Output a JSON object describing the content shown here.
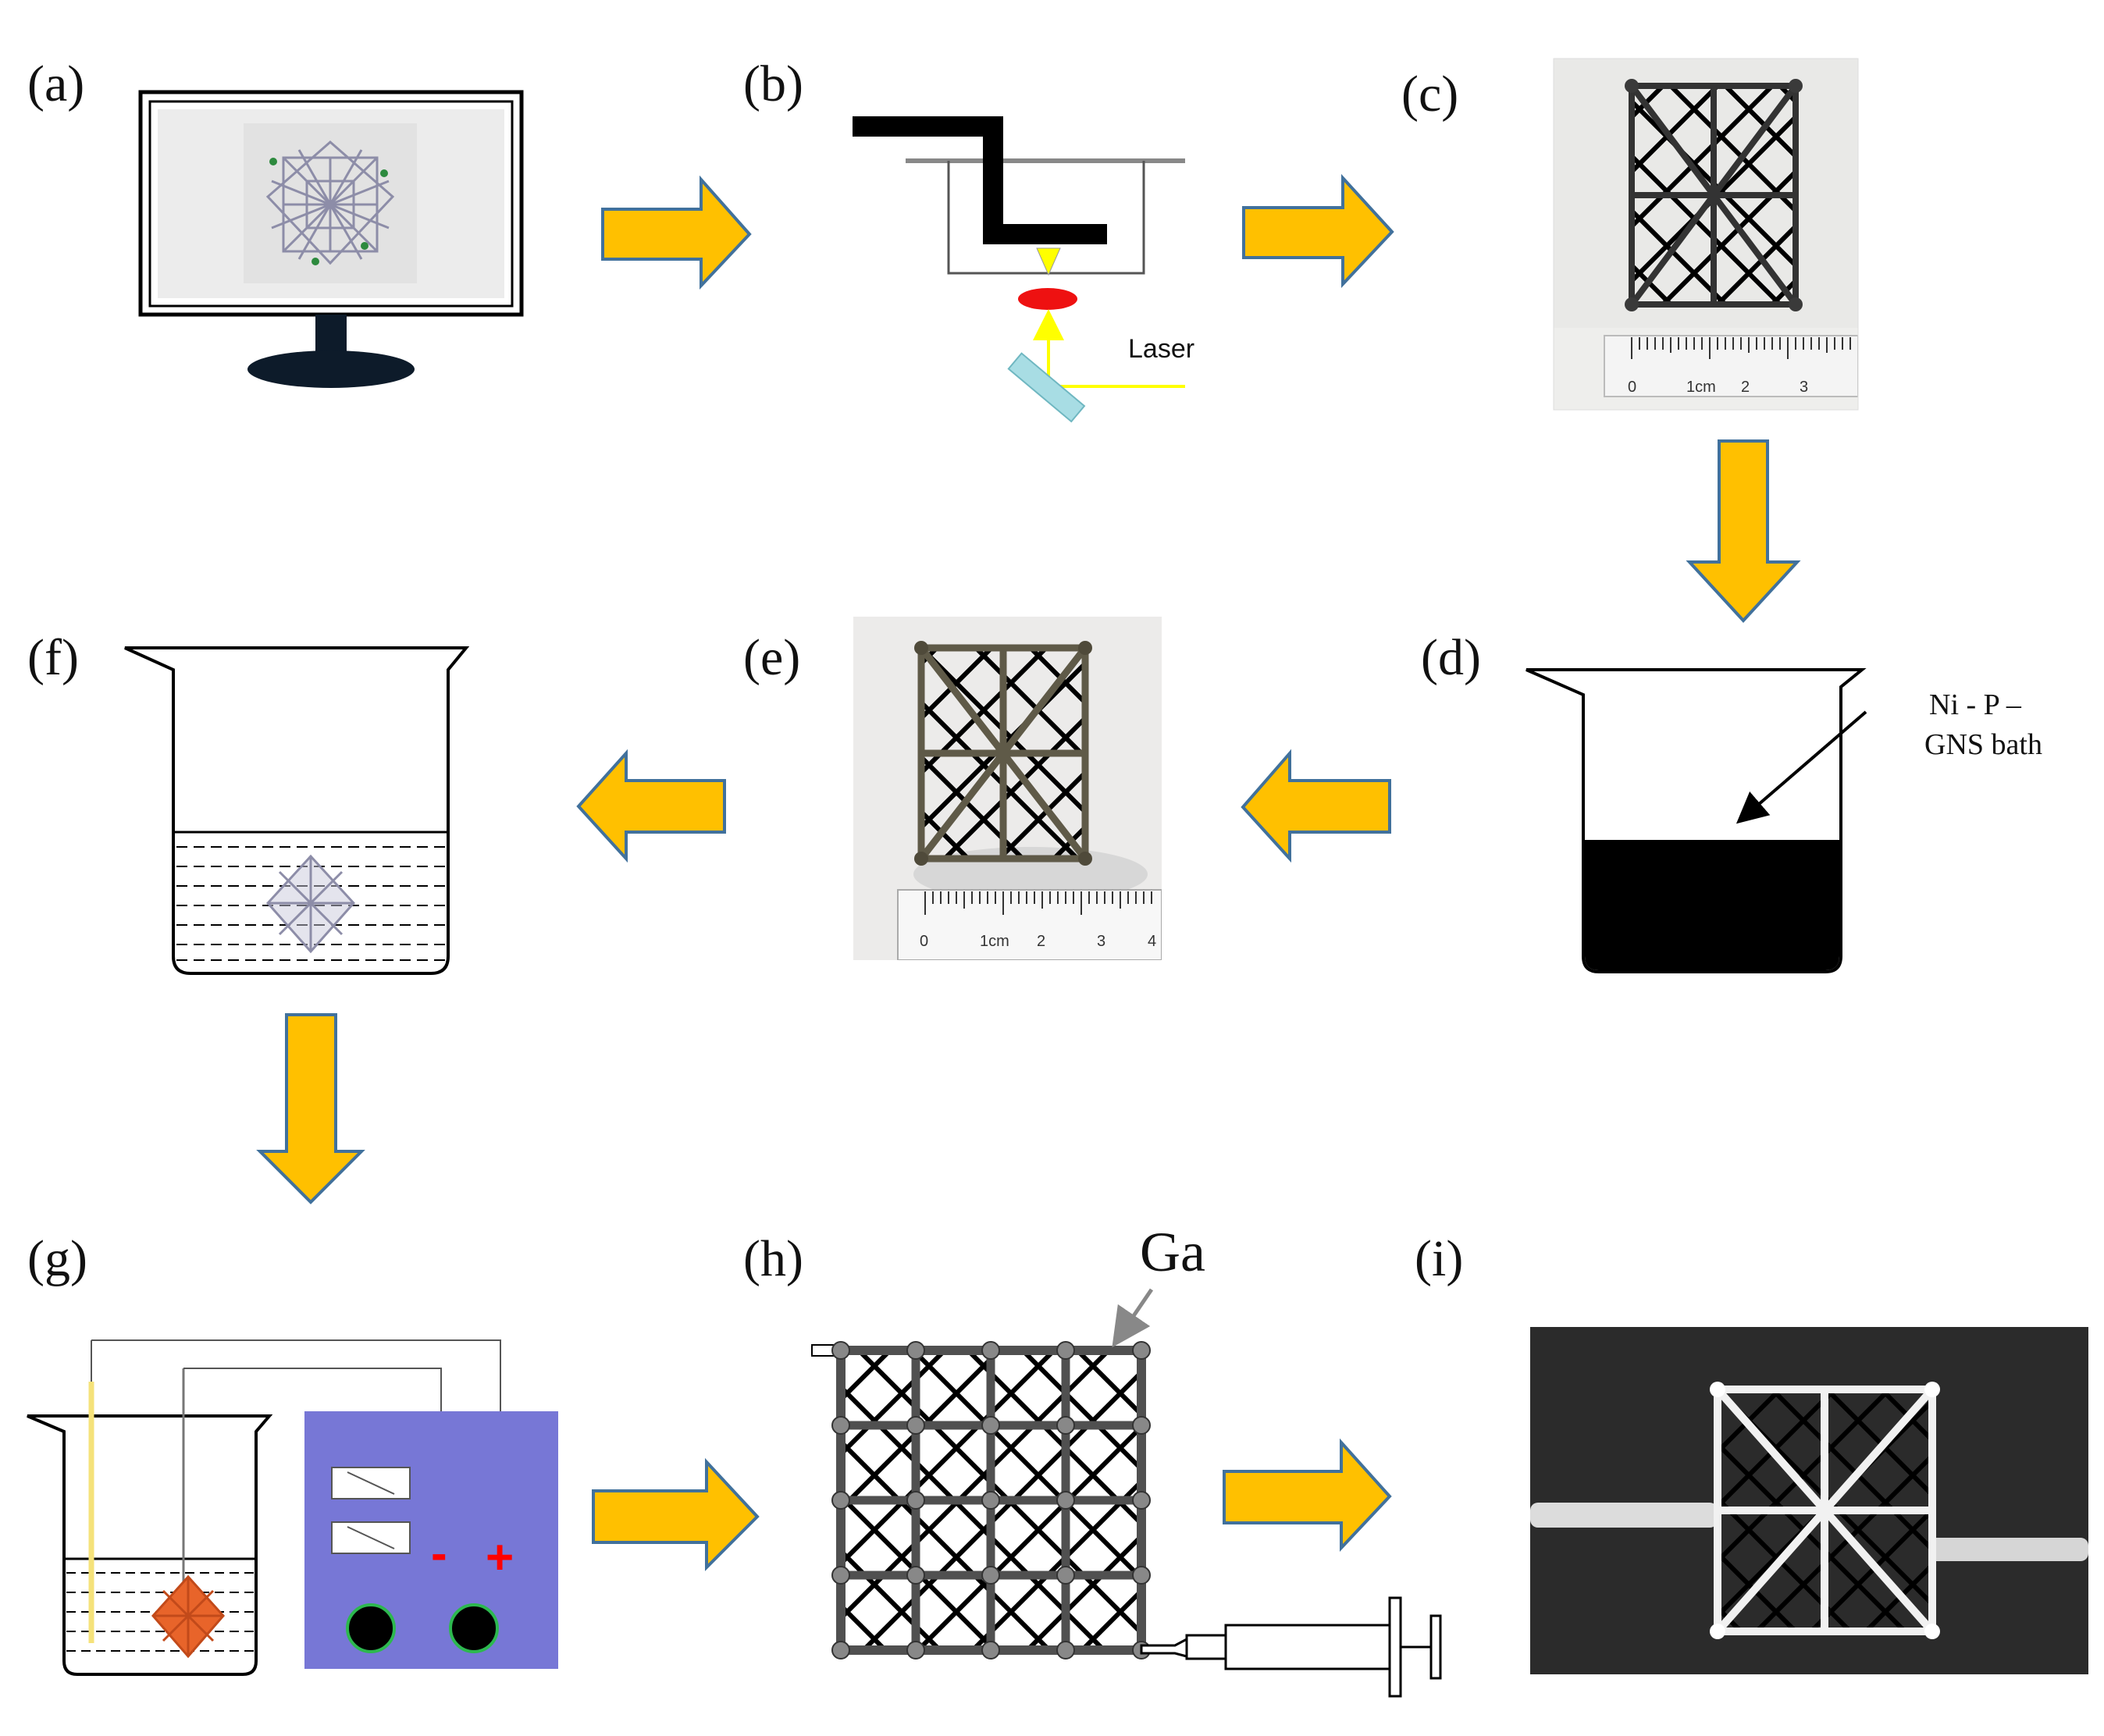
{
  "panels": {
    "a": {
      "label": "(a)"
    },
    "b": {
      "label": "(b)",
      "laser_text": "Laser"
    },
    "c": {
      "label": "(c)",
      "ruler_ticks": [
        "0",
        "1cm",
        "2",
        "3"
      ]
    },
    "d": {
      "label": "(d)",
      "bath_line1": "Ni - P –",
      "bath_line2": "GNS bath"
    },
    "e": {
      "label": "(e)",
      "ruler_ticks": [
        "0",
        "1cm",
        "2",
        "3",
        "4"
      ]
    },
    "f": {
      "label": "(f)"
    },
    "g": {
      "label": "(g)",
      "minus": "-",
      "plus": "+"
    },
    "h": {
      "label": "(h)",
      "ga_text": "Ga"
    },
    "i": {
      "label": "(i)"
    }
  },
  "colors": {
    "arrow_fill": "#FFC000",
    "arrow_stroke": "#41719C",
    "power_supply": "#7777D6",
    "laser_spot": "#EE1111",
    "laser_beam": "#FFFF00",
    "mirror": "#A8DDE4",
    "coating_bath": "#000000",
    "lattice_dark": "#555555",
    "lattice_coated": "#8A8270",
    "lattice_orange": "#E8642A",
    "plus_minus": "#FF0000"
  },
  "icons": [
    "monitor-icon",
    "lattice-icon",
    "beaker-icon",
    "power-supply-icon",
    "syringe-icon",
    "mirror-icon",
    "flow-arrow-icon"
  ]
}
